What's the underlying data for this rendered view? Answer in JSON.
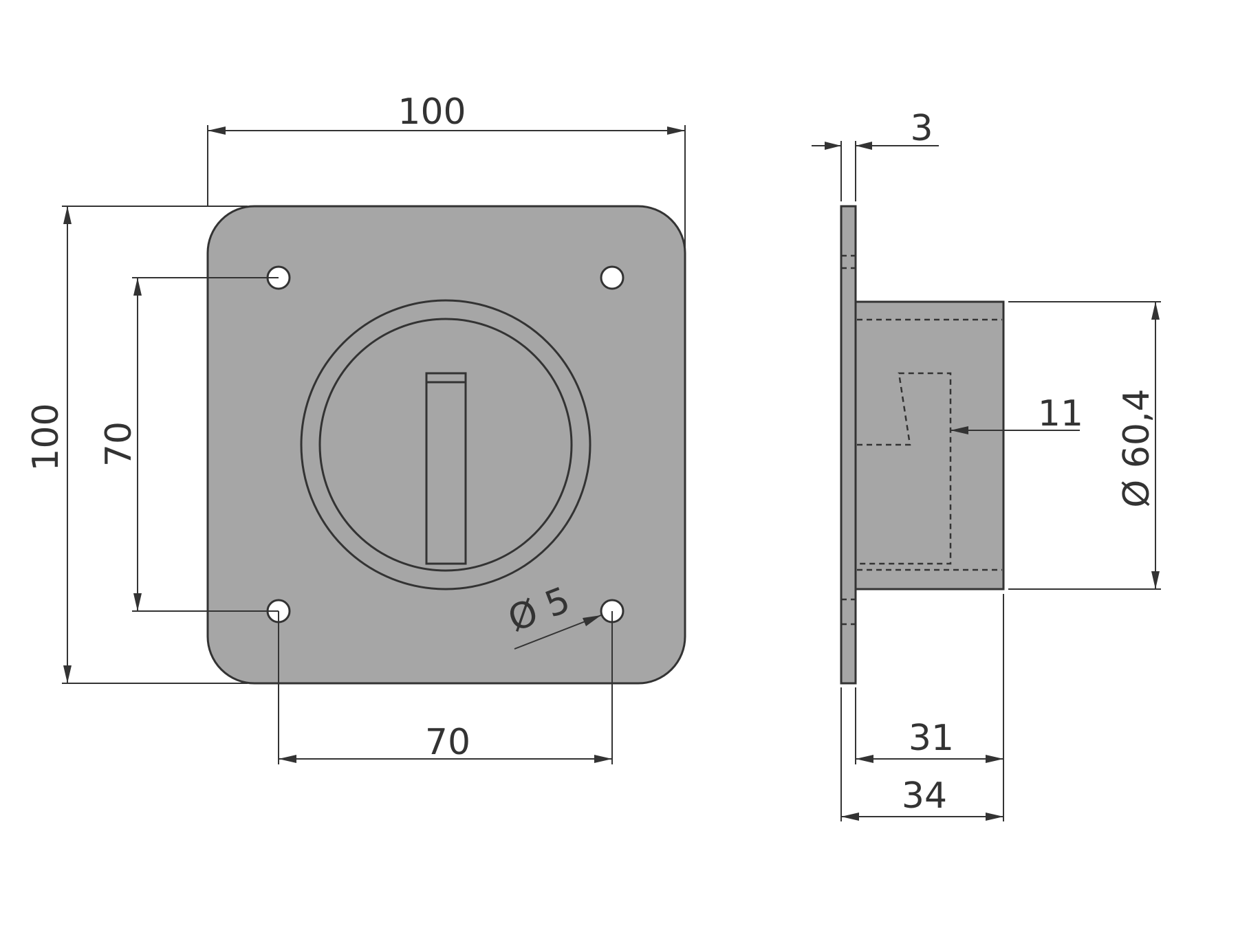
{
  "drawing": {
    "colors": {
      "part_fill": "#a6a6a6",
      "line": "#333333",
      "background": "#ffffff"
    },
    "front_view": {
      "width_label": "100",
      "height_label": "100",
      "hole_spacing_vertical_label": "70",
      "hole_spacing_horizontal_label": "70",
      "hole_diameter_label": "Ø 5"
    },
    "side_view": {
      "plate_thickness_label": "3",
      "slot_depth_label": "11",
      "tube_diameter_label": "Ø 60,4",
      "tube_length_label": "31",
      "total_length_label": "34"
    }
  }
}
